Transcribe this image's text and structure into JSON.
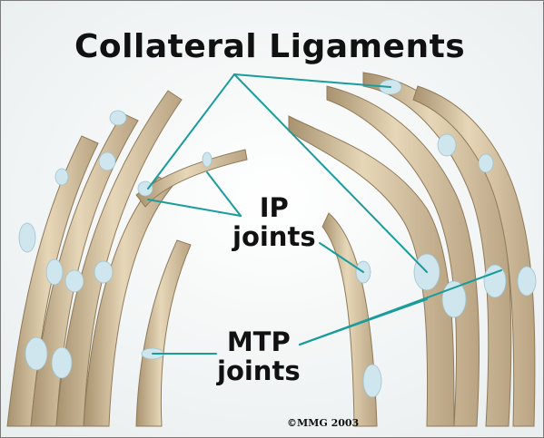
{
  "labels": {
    "title": "Collateral Ligaments",
    "ip_line1": "IP",
    "ip_line2": "joints",
    "mtp_line1": "MTP",
    "mtp_line2": "joints",
    "copyright": "©MMG 2003"
  },
  "colors": {
    "bone": "#d9c8a8",
    "bone_shadow": "#b29d7a",
    "ligament": "#cfe6ee",
    "pointer": "#1a9c9c",
    "background": "#f4f6f6",
    "text": "#111111"
  }
}
